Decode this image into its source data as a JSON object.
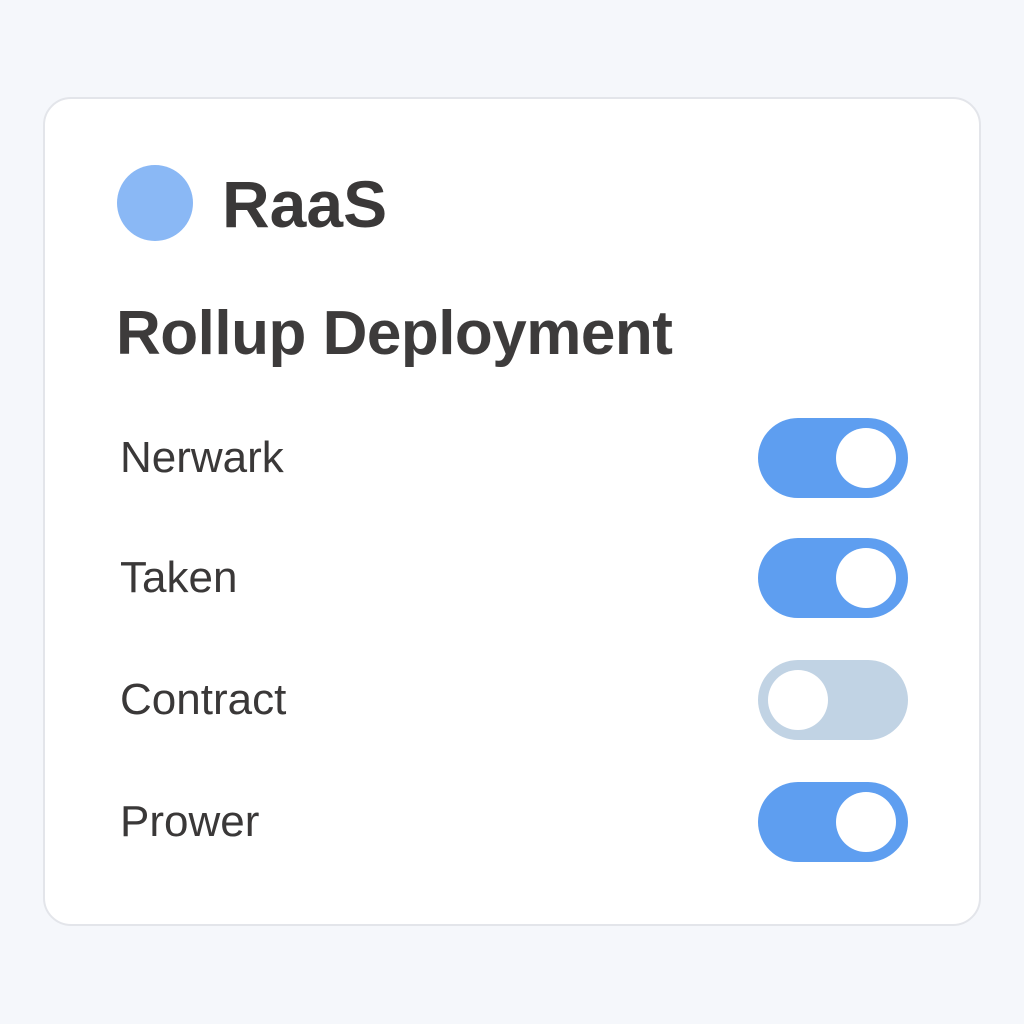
{
  "header": {
    "brand": "RaaS",
    "brand_dot_color": "#8ab8f5"
  },
  "title": "Rollup Deployment",
  "settings": [
    {
      "label": "Nerwark",
      "enabled": true
    },
    {
      "label": "Taken",
      "enabled": true
    },
    {
      "label": "Contract",
      "enabled": false
    },
    {
      "label": "Prower",
      "enabled": true
    }
  ],
  "colors": {
    "toggle_on": "#5e9ef0",
    "toggle_off": "#c1d3e4"
  }
}
